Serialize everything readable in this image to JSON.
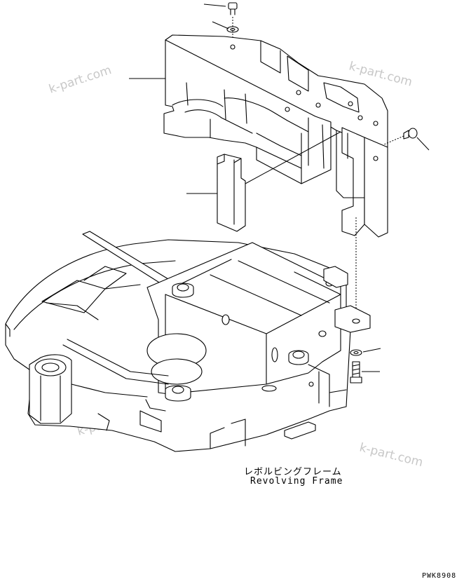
{
  "caption": {
    "japanese": "レボルビングフレーム",
    "english": "Revolving Frame"
  },
  "drawing_code": "PWK8908",
  "watermarks": [
    "k-part.com",
    "k-part.com",
    "k-part.com",
    "k-part.com"
  ],
  "parts": [
    {
      "name": "bolt-top",
      "icon": "bolt-icon"
    },
    {
      "name": "washer-top",
      "icon": "washer-icon"
    },
    {
      "name": "counterweight",
      "icon": "counterweight-icon"
    },
    {
      "name": "spacer-block",
      "icon": "block-icon"
    },
    {
      "name": "side-bolt",
      "icon": "bolt-icon"
    },
    {
      "name": "washer-bottom",
      "icon": "washer-icon"
    },
    {
      "name": "bolt-bottom",
      "icon": "bolt-icon"
    },
    {
      "name": "revolving-frame",
      "icon": "frame-icon"
    }
  ]
}
